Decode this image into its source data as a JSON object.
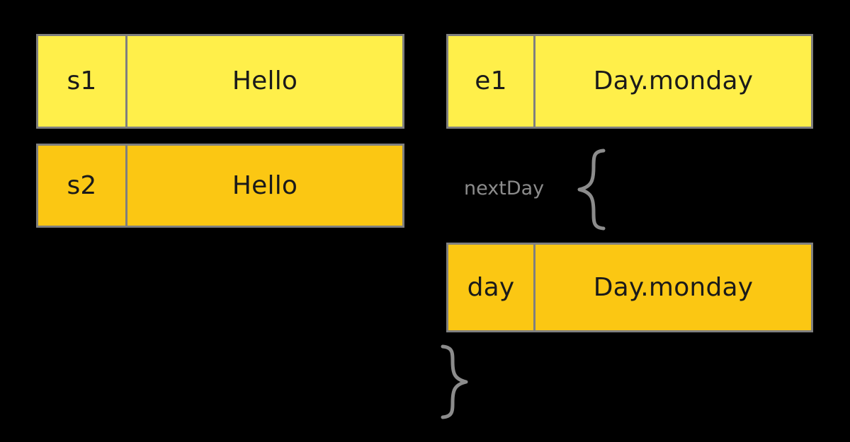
{
  "diagram": {
    "type": "memory-variable-diagram",
    "background_color": "#000000",
    "border_color": "#7f7f7f",
    "text_color": "#1a1a1a",
    "label_color": "#8c8c8c",
    "palette": {
      "pale_yellow": "#ffef4a",
      "amber_yellow": "#fbc713"
    },
    "left_column": {
      "boxes": [
        {
          "name": "s1",
          "value": "Hello",
          "color": "#ffef4a"
        },
        {
          "name": "s2",
          "value": "Hello",
          "color": "#fbc713"
        }
      ]
    },
    "right_column": {
      "boxes": [
        {
          "name": "e1",
          "value": "Day.monday",
          "color": "#ffef4a"
        },
        {
          "name": "day",
          "value": "Day.monday",
          "color": "#fbc713"
        }
      ],
      "annotations": [
        {
          "label": "nextDay",
          "brace": "{",
          "direction": "left-pointing"
        },
        {
          "label": "",
          "brace": "}",
          "direction": "right-pointing"
        }
      ]
    }
  }
}
